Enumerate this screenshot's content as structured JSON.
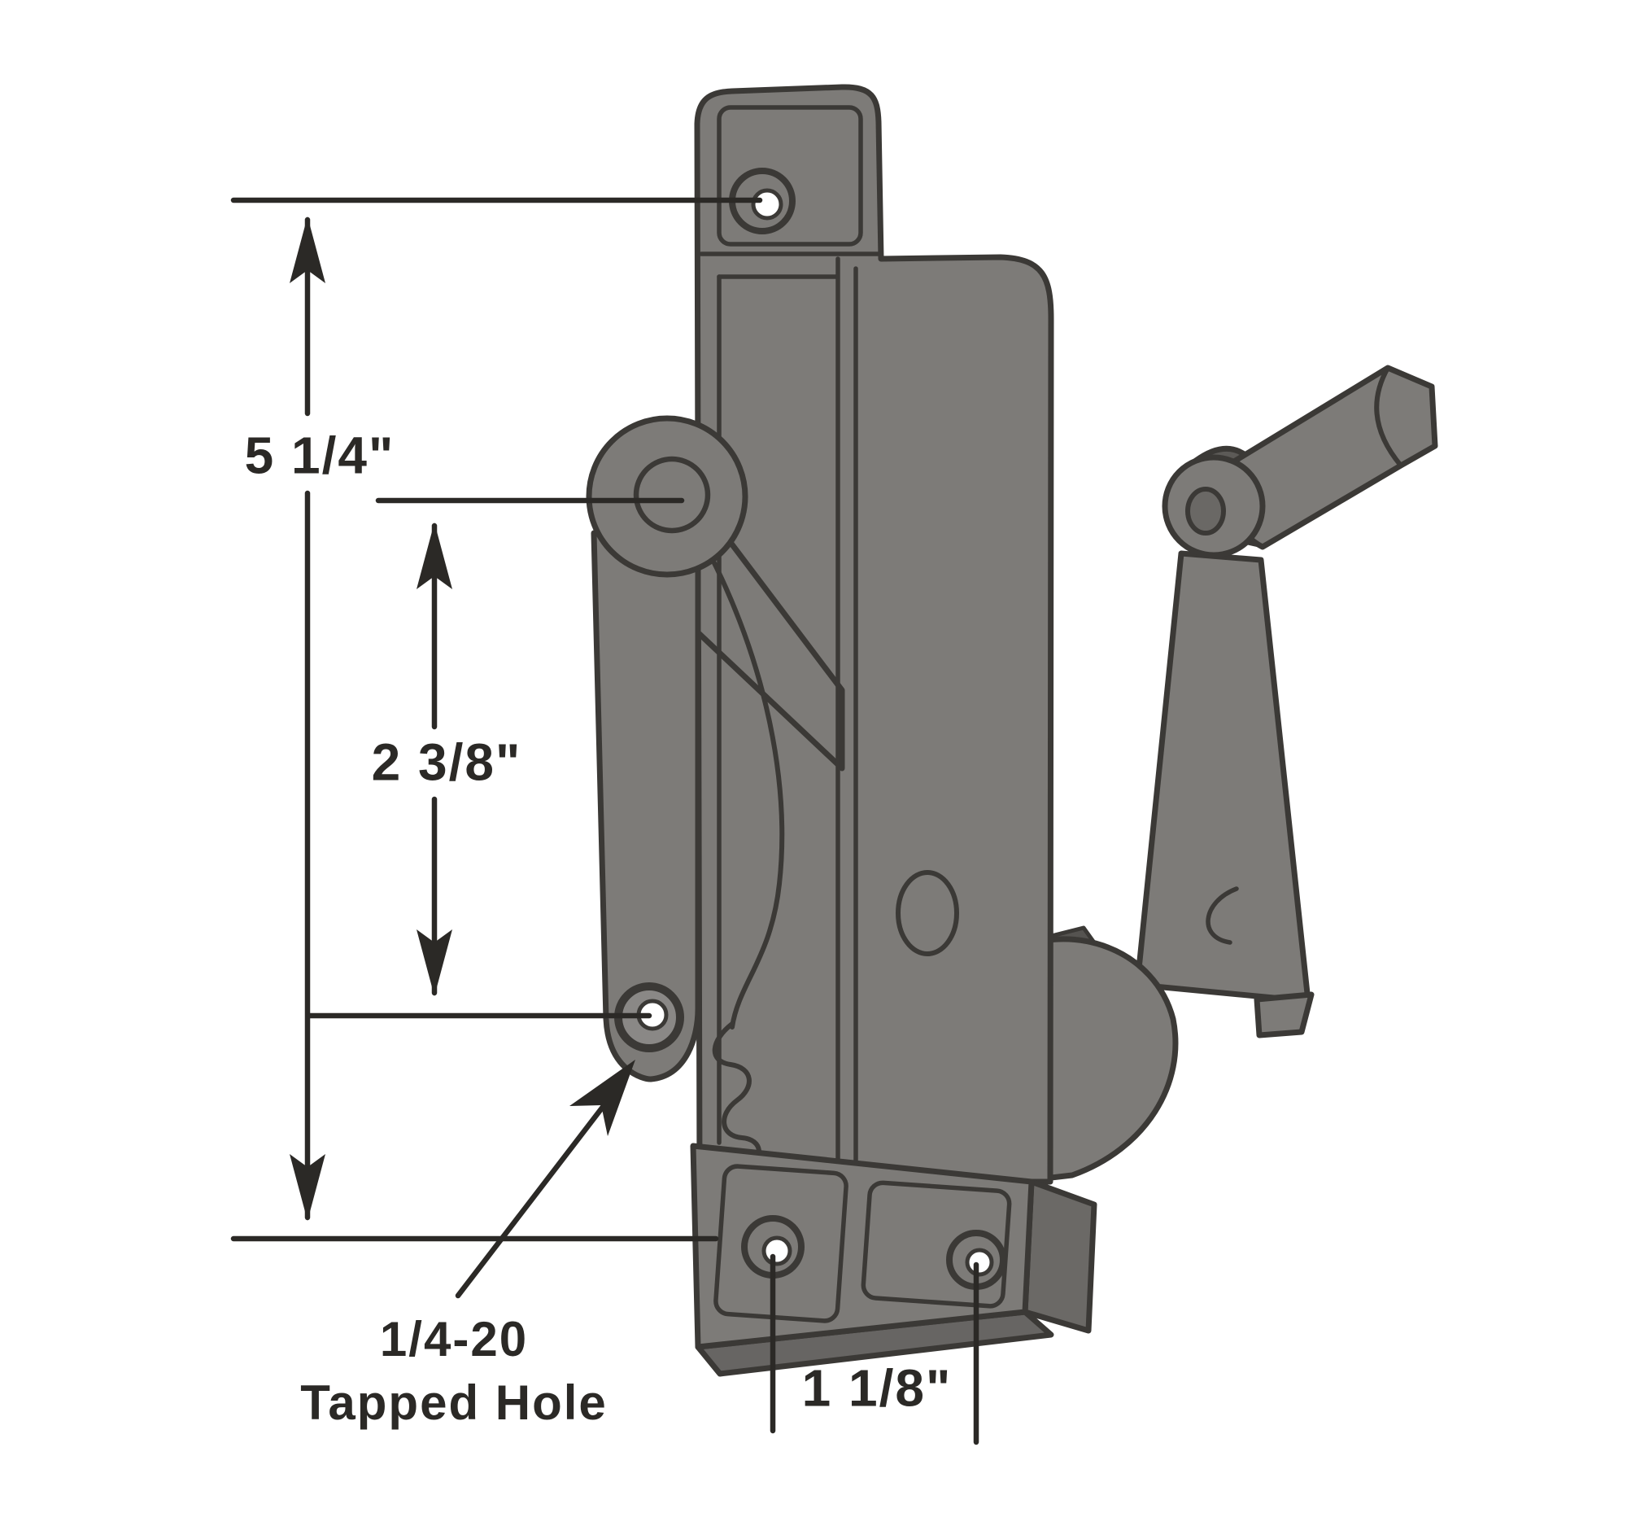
{
  "labels": {
    "total_height": "5 1/4\"",
    "pivot_to_hole": "2 3/8\"",
    "tapped_hole_line1": "1/4-20",
    "tapped_hole_line2": "Tapped Hole",
    "screw_spacing": "1 1/8\""
  },
  "colors": {
    "part_fill": "#7d7b78",
    "part_fill_dark": "#615f5c",
    "outline": "#3b3936",
    "dimension_ink": "#2b2926",
    "background": "#ffffff"
  }
}
